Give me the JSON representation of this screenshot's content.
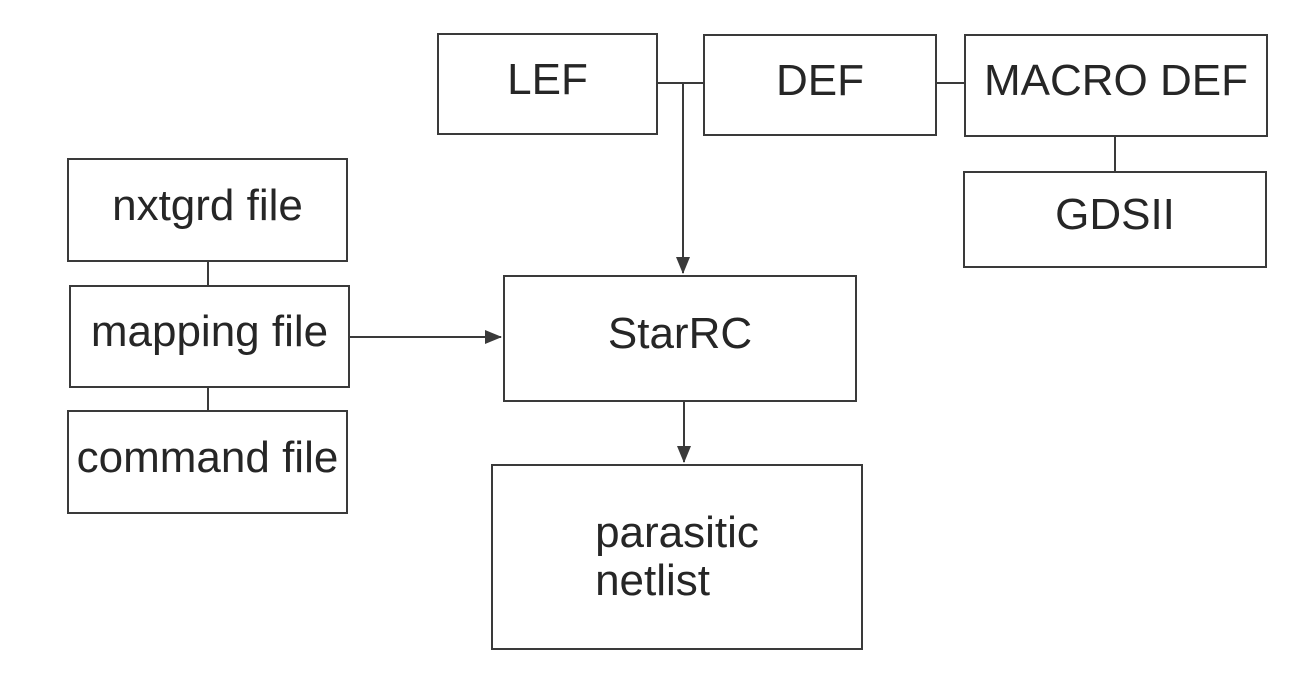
{
  "diagram_type": "flowchart",
  "nodes": {
    "lef": {
      "label": "LEF"
    },
    "def": {
      "label": "DEF"
    },
    "macro_def": {
      "label": "MACRO DEF"
    },
    "gdsii": {
      "label": "GDSII"
    },
    "nxtgrd_file": {
      "label": "nxtgrd file"
    },
    "mapping_file": {
      "label": "mapping file"
    },
    "command_file": {
      "label": "command file"
    },
    "starrc": {
      "label": "StarRC"
    },
    "parasitic_netlist": {
      "label": "parasitic\nnetlist"
    }
  },
  "edges": [
    {
      "from": "lef",
      "to": "def",
      "arrow": false
    },
    {
      "from": "def",
      "to": "macro_def",
      "arrow": false
    },
    {
      "from": "macro_def",
      "to": "gdsii",
      "arrow": false
    },
    {
      "from": "lef_def_connector",
      "to": "starrc",
      "arrow": true
    },
    {
      "from": "nxtgrd_file",
      "to": "mapping_file",
      "arrow": false
    },
    {
      "from": "mapping_file",
      "to": "command_file",
      "arrow": false
    },
    {
      "from": "mapping_file",
      "to": "starrc",
      "arrow": true
    },
    {
      "from": "starrc",
      "to": "parasitic_netlist",
      "arrow": true
    }
  ],
  "colors": {
    "line": "#3a3a3a",
    "text": "#262626",
    "bg": "#ffffff",
    "node_fill": "#ffffff"
  }
}
